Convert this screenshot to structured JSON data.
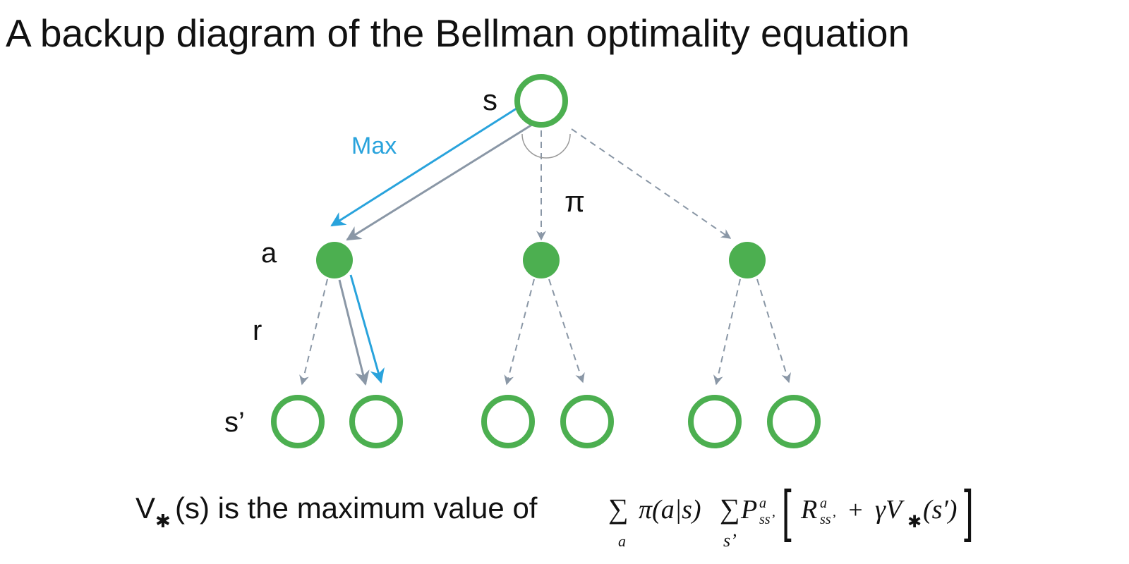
{
  "title": "A backup diagram of the Bellman optimality equation",
  "labels": {
    "state": "s",
    "max": "Max",
    "policy": "π",
    "action": "a",
    "reward": "r",
    "next_state": "s’"
  },
  "formula": {
    "lead_v": "V",
    "lead_star": "✱",
    "lead_rest": "(s) is the maximum value of",
    "sum1": "∑",
    "sum1_sub": "a",
    "pi_term": "π(a|s)",
    "sum2": "∑",
    "sum2_sub": "s’",
    "p": "P",
    "p_sup": "a",
    "p_sub": "ss’",
    "bracket_open": "[",
    "r": "R",
    "r_sup": "a",
    "r_sub": "ss’",
    "plus": "+",
    "gamma_v": "γV",
    "v_star": "✱",
    "s_prime": "(s′)",
    "bracket_close": "]"
  },
  "colors": {
    "node": "#4caf50",
    "max_path": "#29a3dc",
    "edge": "#8a97a6"
  }
}
